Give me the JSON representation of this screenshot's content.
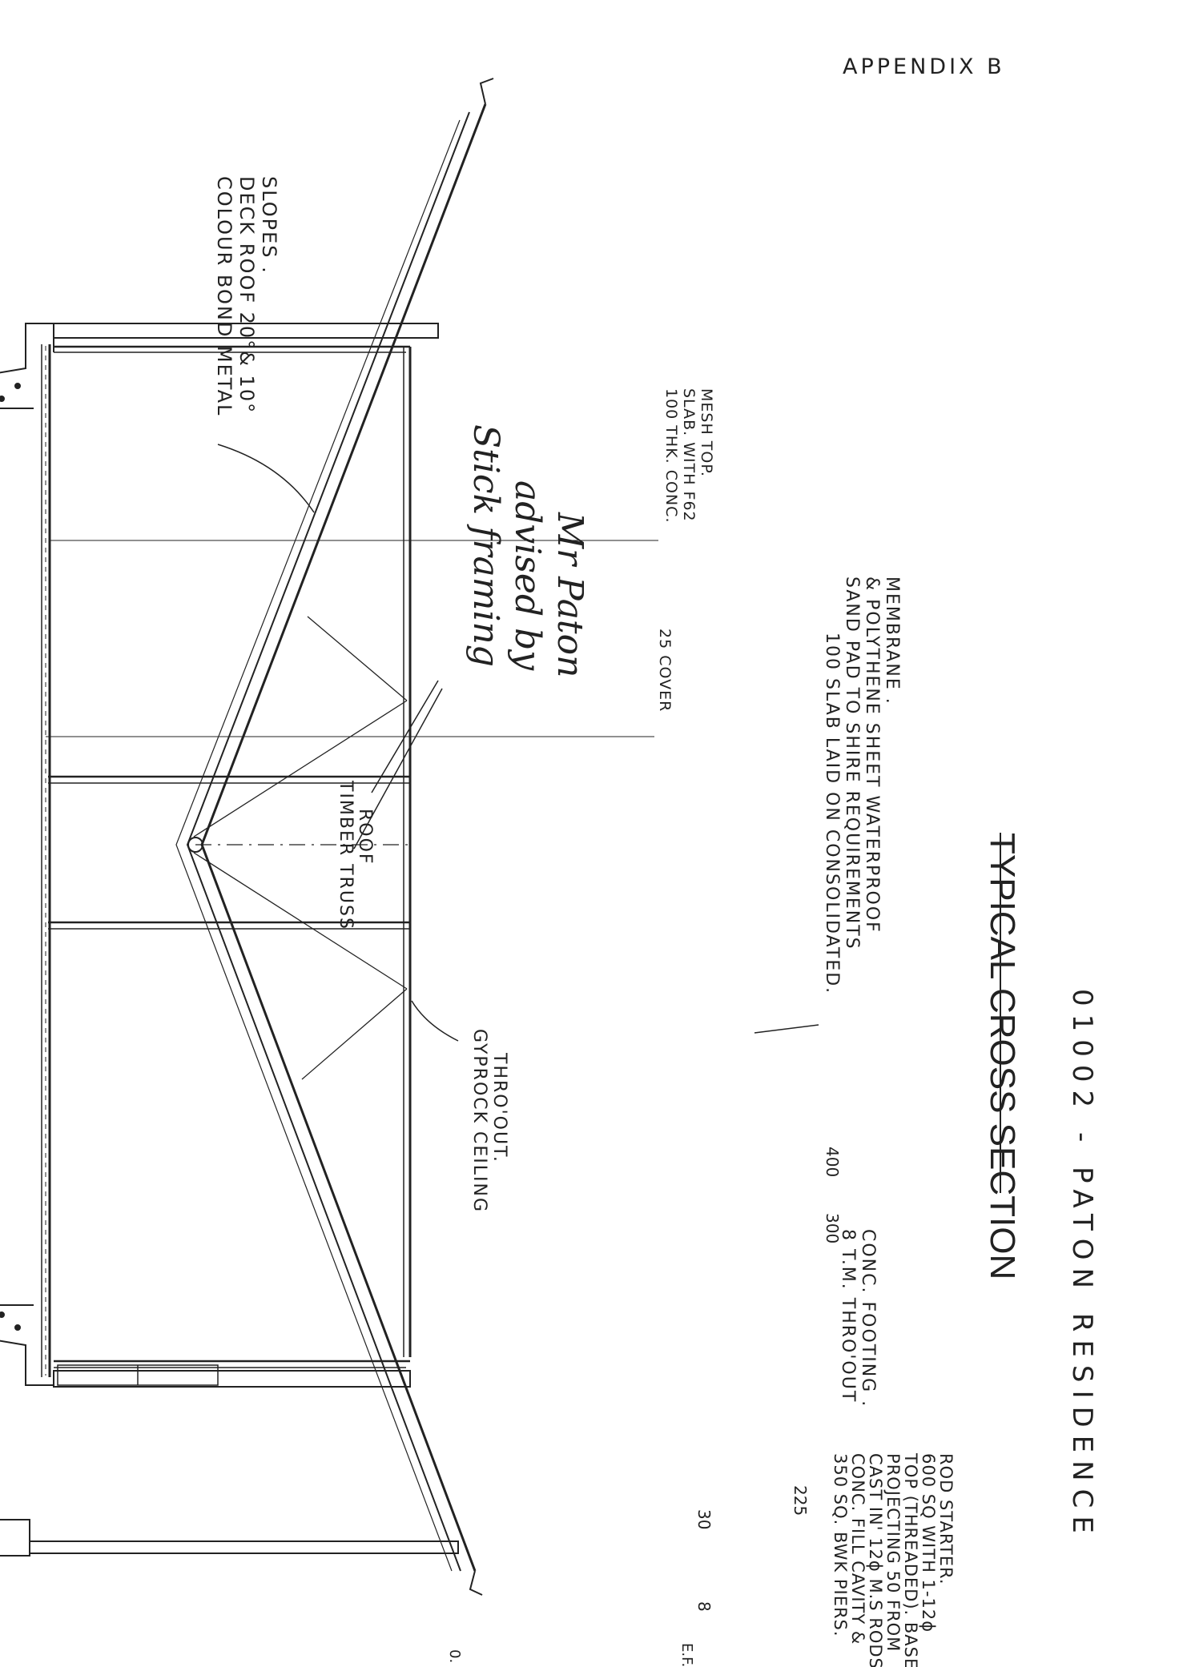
{
  "appendix": "APPENDIX B",
  "title": "TYPICAL CROSS SECTION",
  "project": "01002 - PATON RESIDENCE",
  "notes": {
    "roof": [
      "COLOUR BOND METAL",
      "DECK ROOF 20°& 10°",
      "SLOPES ."
    ],
    "truss": [
      "TIMBER TRUSS",
      "ROOF"
    ],
    "stick": [
      "Stick framing",
      "advised by",
      "Mr Paton"
    ],
    "ceiling": [
      "GYPROCK CEILING",
      "THRO'OUT."
    ],
    "footing": [
      "8 T.M. THRO'OUT",
      "CONC. FOOTING ."
    ],
    "slab_thk": [
      "100 THK. CONC.",
      "SLAB. WITH F62",
      "MESH TOP."
    ],
    "cover": "25 COVER",
    "slab": [
      "100 SLAB LAID ON CONSOLIDATED.",
      "SAND PAD TO SHIRE REQUIREMENTS",
      "& POLYTHENE SHEET WATERPROOF",
      "MEMBRANE ."
    ],
    "piers": [
      "350 SQ. BWK PIERS.",
      "CONC. FILL CAVITY &",
      "CAST IN' 12ϕ M.S RODS",
      "PROJECTING 50 FROM",
      "TOP (THREADED). BASE",
      "600 SQ WITH 1-12ϕ",
      "ROD STARTER."
    ]
  },
  "dims": {
    "d300": "300",
    "d400": "400",
    "d225": "225",
    "d30": "30",
    "d8": "8",
    "efl": "E.F.L.",
    "o": "0."
  }
}
